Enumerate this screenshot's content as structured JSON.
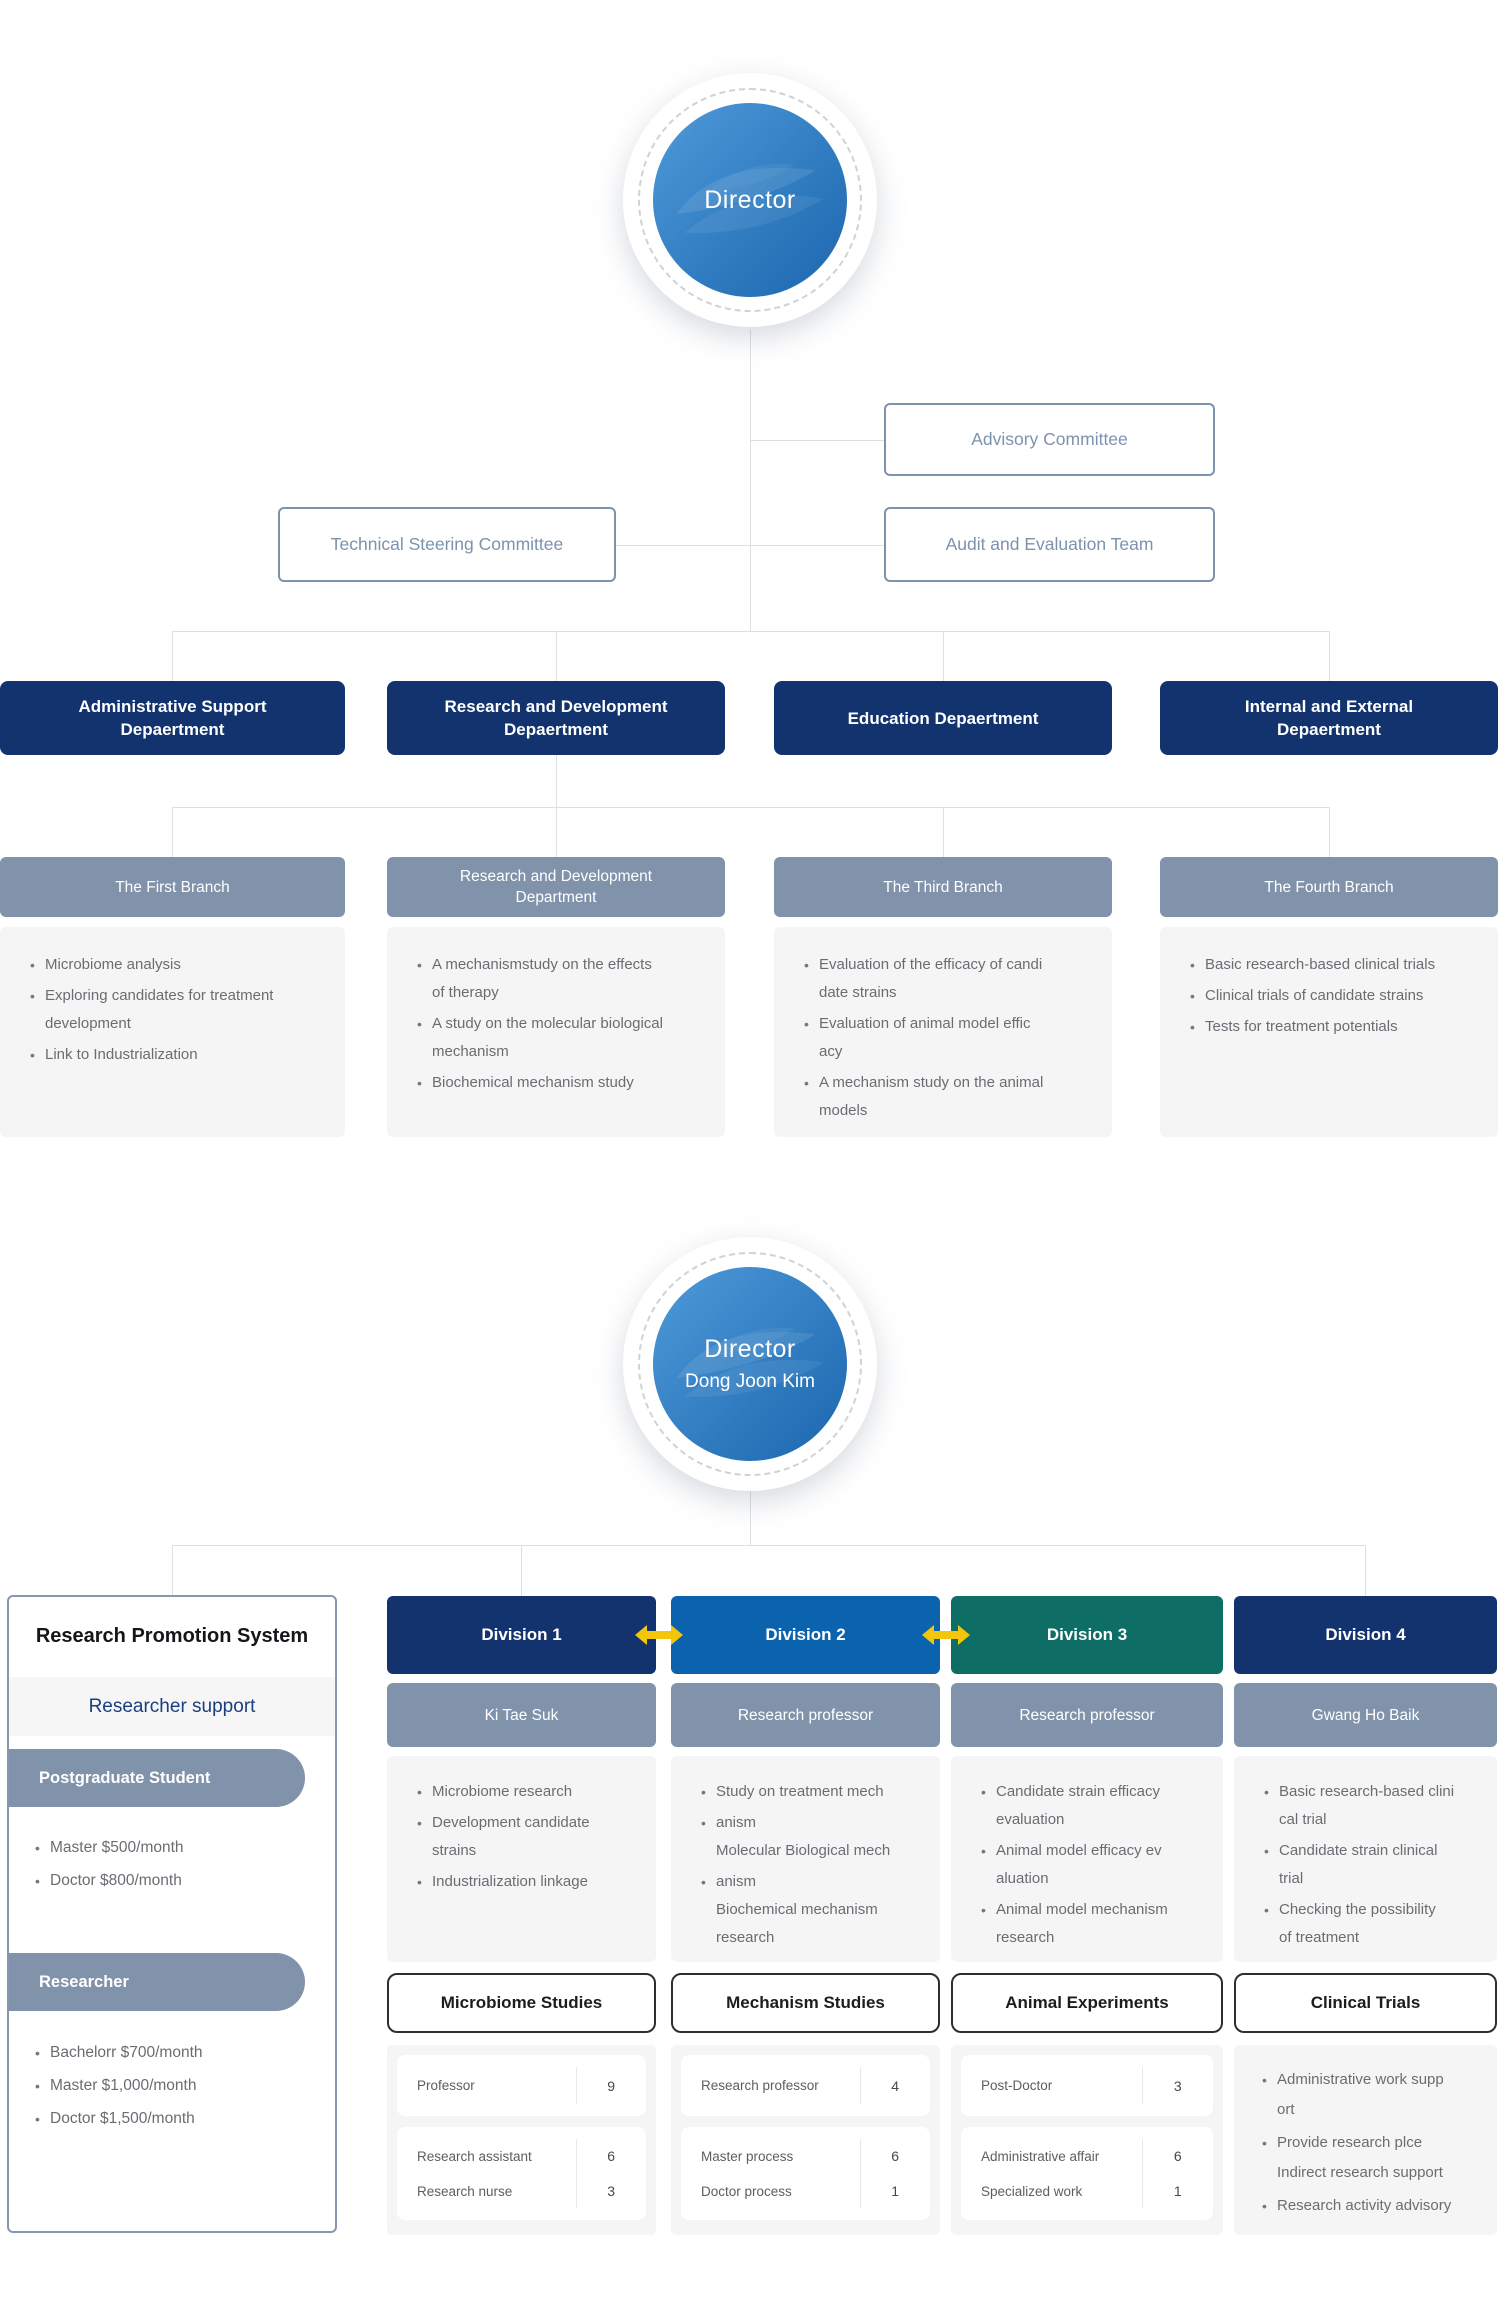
{
  "colors": {
    "navy": "#12336e",
    "blue": "#0b63ae",
    "teal": "#0e6e66",
    "slate": "#8093ab",
    "panel_bg": "#f5f5f6",
    "accent_yellow": "#f4c60b",
    "circle_blue_start": "#4e9ad9",
    "circle_blue_end": "#1b66ae"
  },
  "org_top": {
    "director": {
      "title": "Director"
    },
    "committees": {
      "advisory": "Advisory Committee",
      "technical": "Technical Steering Committee",
      "audit": "Audit and Evaluation Team"
    },
    "departments": [
      {
        "label": "Administrative Support\nDepaertment"
      },
      {
        "label": "Research and Development\nDepaertment"
      },
      {
        "label": "Education Depaertment"
      },
      {
        "label": "Internal and External\nDepaertment"
      }
    ],
    "branches": [
      {
        "header": "The First Branch",
        "items": [
          "Microbiome analysis",
          "Exploring candidates for treatment\ndevelopment",
          "Link to Industrialization"
        ]
      },
      {
        "header": "Research and Development\nDepartment",
        "items": [
          "A mechanismstudy on the effects\nof therapy",
          "A study on the molecular biological\nmechanism",
          "Biochemical mechanism study"
        ]
      },
      {
        "header": "The Third Branch",
        "items": [
          "Evaluation of the efficacy of candi\ndate strains",
          "Evaluation of animal model effic\nacy",
          "A mechanism study on the animal\nmodels"
        ]
      },
      {
        "header": "The Fourth Branch",
        "items": [
          "Basic research-based clinical trials",
          "Clinical trials of candidate strains",
          "Tests for treatment potentials"
        ]
      }
    ]
  },
  "org_bottom": {
    "director": {
      "title": "Director",
      "name": "Dong Joon Kim"
    },
    "promotion": {
      "title": "Research Promotion System",
      "subtitle": "Researcher support",
      "groups": [
        {
          "pill": "Postgraduate Student",
          "items": [
            "Master $500/month",
            "Doctor $800/month"
          ]
        },
        {
          "pill": "Researcher",
          "items": [
            "Bachelorr $700/month",
            "Master $1,000/month",
            "Doctor $1,500/month"
          ]
        }
      ]
    },
    "divisions": [
      {
        "name": "Division 1",
        "color": "#12336e",
        "head": "Ki Tae Suk",
        "items": [
          "Microbiome research",
          "Development candidate\nstrains",
          "Industrialization linkage"
        ],
        "study": "Microbiome Studies",
        "staff_cards": [
          {
            "rows": [
              {
                "role": "Professor",
                "count": "9"
              }
            ]
          },
          {
            "rows": [
              {
                "role": "Research assistant",
                "count": "6"
              },
              {
                "role": "Research nurse",
                "count": "3"
              }
            ]
          }
        ]
      },
      {
        "name": "Division 2",
        "color": "#0b63ae",
        "head": "Research professor",
        "items": [
          "Study on treatment mech",
          "anism\nMolecular Biological mech",
          "anism\nBiochemical mechanism\nresearch"
        ],
        "study": "Mechanism Studies",
        "staff_cards": [
          {
            "rows": [
              {
                "role": "Research professor",
                "count": "4"
              }
            ]
          },
          {
            "rows": [
              {
                "role": "Master process",
                "count": "6"
              },
              {
                "role": "Doctor process",
                "count": "1"
              }
            ]
          }
        ]
      },
      {
        "name": "Division 3",
        "color": "#0e6e66",
        "head": "Research professor",
        "items": [
          "Candidate strain efficacy\nevaluation",
          "Animal model efficacy ev\naluation",
          "Animal model mechanism\nresearch"
        ],
        "study": "Animal Experiments",
        "staff_cards": [
          {
            "rows": [
              {
                "role": "Post-Doctor",
                "count": "3"
              }
            ]
          },
          {
            "rows": [
              {
                "role": "Administrative affair",
                "count": "6"
              },
              {
                "role": "Specialized work",
                "count": "1"
              }
            ]
          }
        ]
      },
      {
        "name": "Division 4",
        "color": "#12336e",
        "head": "Gwang Ho Baik",
        "items": [
          "Basic research-based clini\ncal trial",
          "Candidate strain clinical\ntrial",
          "Checking the possibility\nof treatment"
        ],
        "study": "Clinical Trials",
        "notes": [
          "Administrative work supp\nort",
          "Provide research plce\nIndirect research support",
          "Research activity advisory"
        ]
      }
    ]
  }
}
